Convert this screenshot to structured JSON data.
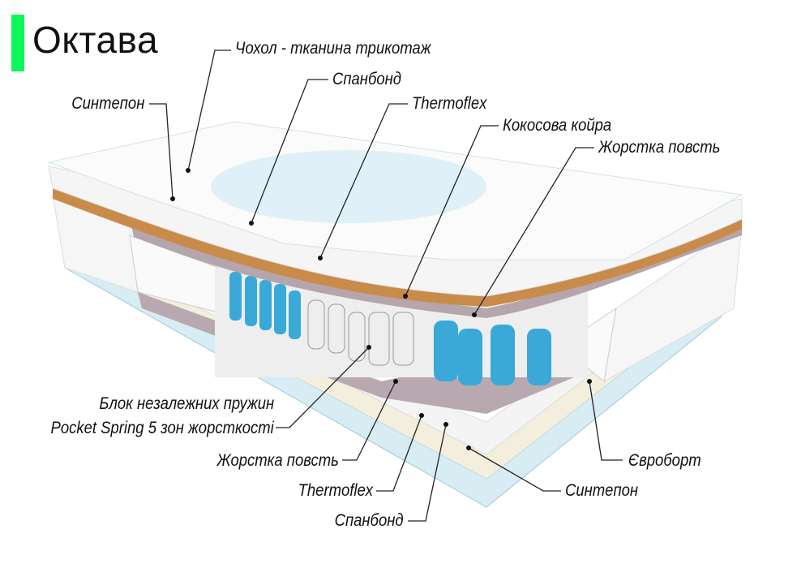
{
  "title": "Октава",
  "accent_color": "#0ef75a",
  "labels": {
    "cover": "Чохол - тканина трикотаж",
    "spunbond_top": "Спанбонд",
    "sintepon_top": "Синтепон",
    "thermoflex_top": "Thermoflex",
    "coconut": "Кокосова койра",
    "felt_top": "Жорстка повсть",
    "spring_block_1": "Блок незалежних пружин",
    "spring_block_2": "Pocket Spring 5 зон жорсткості",
    "felt_bottom": "Жорстка повсть",
    "thermoflex_bottom": "Thermoflex",
    "spunbond_bottom": "Спанбонд",
    "euroboard": "Євроборт",
    "sintepon_bottom": "Синтепон"
  }
}
